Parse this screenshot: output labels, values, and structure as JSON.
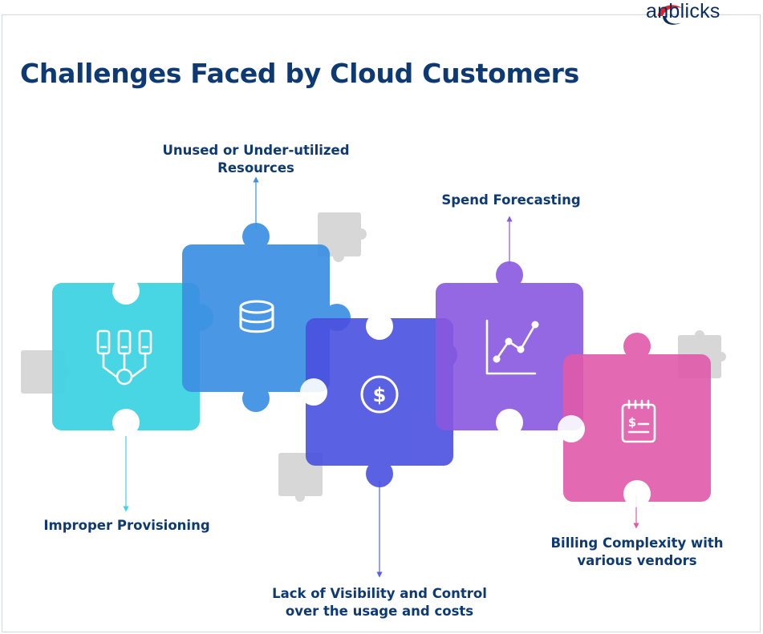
{
  "brand": {
    "logo_text": "anblicks"
  },
  "title": "Challenges Faced by Cloud Customers",
  "pieces": [
    {
      "id": "provisioning",
      "label_lines": [
        "Improper Provisioning"
      ],
      "color": "#3fd3e3",
      "icon": "server-provisioning-icon"
    },
    {
      "id": "unused",
      "label_lines": [
        "Unused or Under-utilized",
        "Resources"
      ],
      "color": "#3b8fe3",
      "icon": "database-icon"
    },
    {
      "id": "visibility",
      "label_lines": [
        "Lack of Visibility and Control",
        "over the usage and costs"
      ],
      "color": "#5a60e6",
      "icon": "dollar-coin-icon"
    },
    {
      "id": "forecasting",
      "label_lines": [
        "Spend Forecasting"
      ],
      "color": "#8a58e0",
      "icon": "line-chart-icon"
    },
    {
      "id": "billing",
      "label_lines": [
        "Billing Complexity with",
        "various vendors"
      ],
      "color": "#e05aaa",
      "icon": "invoice-icon"
    }
  ],
  "colors": {
    "title": "#0e3a74",
    "decor_gray": "#d7d7d7",
    "logo_red": "#e0242c"
  }
}
